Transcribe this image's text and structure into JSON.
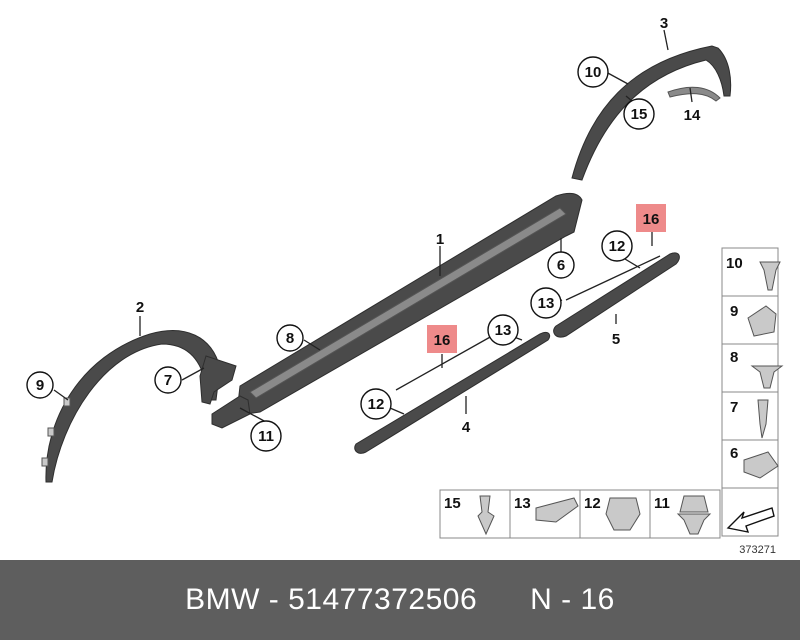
{
  "callouts": {
    "c1": "1",
    "c2": "2",
    "c3": "3",
    "c4": "4",
    "c5": "5",
    "c6": "6",
    "c7": "7",
    "c8": "8",
    "c9": "9",
    "c10": "10",
    "c11": "11",
    "c12a": "12",
    "c12b": "12",
    "c13a": "13",
    "c13b": "13",
    "c14": "14",
    "c15": "15",
    "c16a": "16",
    "c16b": "16"
  },
  "legend": {
    "item10": "10",
    "item9": "9",
    "item8": "8",
    "item7": "7",
    "item6": "6",
    "item15": "15",
    "item13": "13",
    "item12": "12",
    "item11": "11"
  },
  "diagram_ref": "373271",
  "footer": {
    "brand": "BMW",
    "part_number": "51477372506",
    "position": "N - 16"
  },
  "colors": {
    "highlight": "#ee8a8a",
    "footer_bg": "#5e5e5e"
  }
}
